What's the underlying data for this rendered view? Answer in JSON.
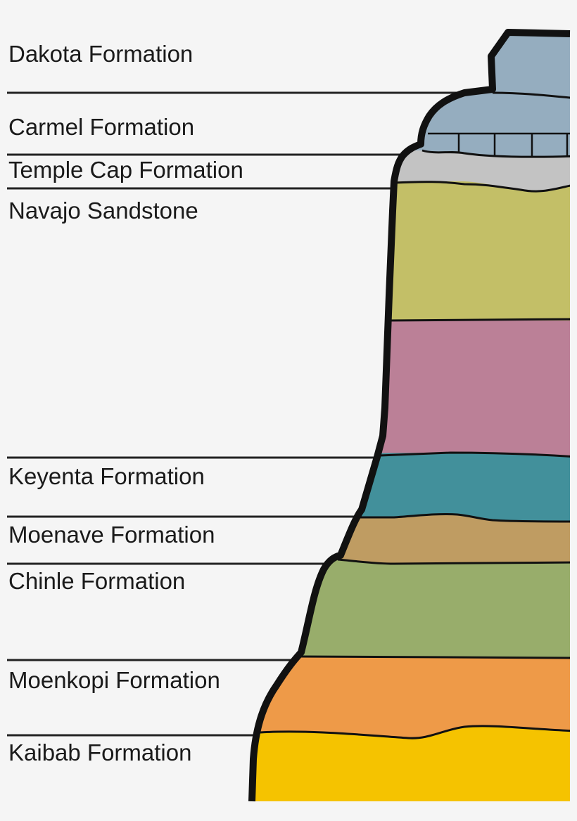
{
  "formations": [
    {
      "key": "dakota",
      "label": "Dakota Formation",
      "color": "#95adbf"
    },
    {
      "key": "carmel",
      "label": "Carmel Formation",
      "color": "#95adbf"
    },
    {
      "key": "temple-cap",
      "label": "Temple Cap Formation",
      "color": "#c3c3c3"
    },
    {
      "key": "navajo",
      "label": "Navajo Sandstone",
      "color": "#c3bf67"
    },
    {
      "key": "navajo-lower",
      "label": "",
      "color": "#bb8097"
    },
    {
      "key": "keyenta",
      "label": "Keyenta Formation",
      "color": "#42909b"
    },
    {
      "key": "moenave",
      "label": "Moenave Formation",
      "color": "#bf9c62"
    },
    {
      "key": "chinle",
      "label": "Chinle Formation",
      "color": "#98ad6b"
    },
    {
      "key": "moenkopi",
      "label": "Moenkopi Formation",
      "color": "#ee9a48"
    },
    {
      "key": "kaibab",
      "label": "Kaibab Formation",
      "color": "#f5c300"
    }
  ],
  "colors": {
    "background": "#f5f5f5",
    "outline": "#111111",
    "divider": "#222222"
  }
}
